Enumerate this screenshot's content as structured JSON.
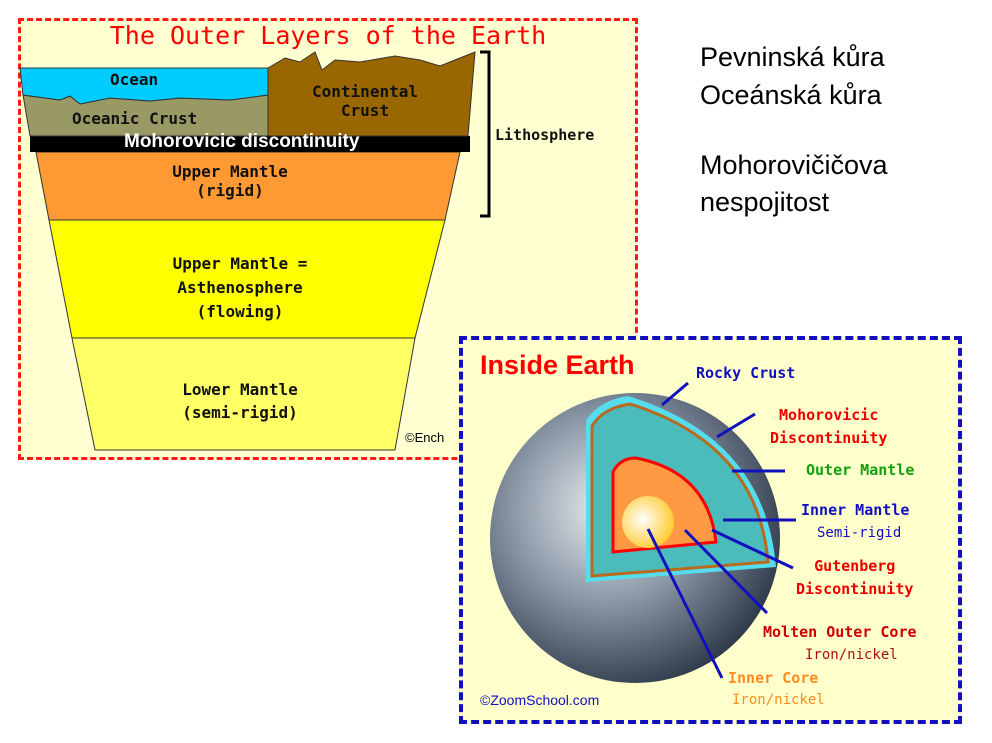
{
  "outer_layers": {
    "title": "The Outer Layers of the Earth",
    "ocean": "Ocean",
    "oceanic_crust": "Oceanic Crust",
    "continental_crust": [
      "Continental",
      "Crust"
    ],
    "moho": "Mohorovicic discontinuity",
    "upper_mantle": [
      "Upper Mantle",
      "(rigid)"
    ],
    "asthenosphere": [
      "Upper Mantle =",
      "Asthenosphere",
      "(flowing)"
    ],
    "lower_mantle": [
      "Lower Mantle",
      "(semi-rigid)"
    ],
    "lithosphere": "Lithosphere",
    "credit": "©Ench"
  },
  "czech_labels": {
    "line1": "Pevninská kůra",
    "line2": "Oceánská kůra",
    "line3": "Mohorovičičova",
    "line4": "nespojitost"
  },
  "inside_earth": {
    "title": "Inside Earth",
    "rocky_crust": "Rocky Crust",
    "moho": [
      "Mohorovicic",
      "Discontinuity"
    ],
    "outer_mantle": "Outer Mantle",
    "inner_mantle": "Inner Mantle",
    "inner_mantle_sub": "Semi-rigid",
    "gutenberg": [
      "Gutenberg",
      "Discontinuity"
    ],
    "outer_core": "Molten Outer Core",
    "outer_core_sub": "Iron/nickel",
    "inner_core": "Inner Core",
    "inner_core_sub": "Iron/nickel",
    "credit": "©ZoomSchool.com"
  },
  "colors": {
    "red": "#ff0000",
    "blue": "#1010c0",
    "green": "#10a010",
    "orange": "#ff8c20"
  }
}
